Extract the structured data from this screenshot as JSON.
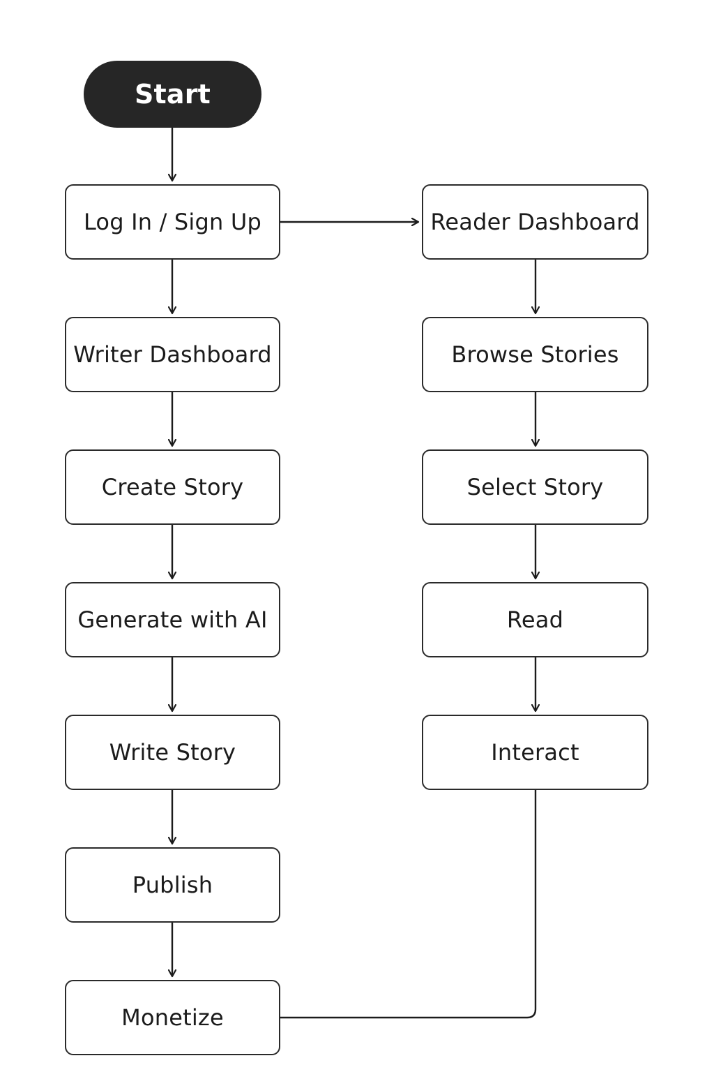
{
  "diagram": {
    "start": {
      "label": "Start"
    },
    "writer_flow": [
      {
        "id": "login",
        "label": "Log In / Sign Up"
      },
      {
        "id": "writer-dashboard",
        "label": "Writer Dashboard"
      },
      {
        "id": "create-story",
        "label": "Create Story"
      },
      {
        "id": "generate-ai",
        "label": "Generate with AI"
      },
      {
        "id": "write-story",
        "label": "Write Story"
      },
      {
        "id": "publish",
        "label": "Publish"
      },
      {
        "id": "monetize",
        "label": "Monetize"
      }
    ],
    "reader_flow": [
      {
        "id": "reader-dashboard",
        "label": "Reader Dashboard"
      },
      {
        "id": "browse-stories",
        "label": "Browse Stories"
      },
      {
        "id": "select-story",
        "label": "Select Story"
      },
      {
        "id": "read",
        "label": "Read"
      },
      {
        "id": "interact",
        "label": "Interact"
      }
    ],
    "edges": [
      {
        "from": "start",
        "to": "login"
      },
      {
        "from": "login",
        "to": "writer-dashboard"
      },
      {
        "from": "writer-dashboard",
        "to": "create-story"
      },
      {
        "from": "create-story",
        "to": "generate-ai"
      },
      {
        "from": "generate-ai",
        "to": "write-story"
      },
      {
        "from": "write-story",
        "to": "publish"
      },
      {
        "from": "publish",
        "to": "monetize"
      },
      {
        "from": "login",
        "to": "reader-dashboard"
      },
      {
        "from": "reader-dashboard",
        "to": "browse-stories"
      },
      {
        "from": "browse-stories",
        "to": "select-story"
      },
      {
        "from": "select-story",
        "to": "read"
      },
      {
        "from": "read",
        "to": "interact"
      },
      {
        "from": "interact",
        "to": "monetize",
        "arrowhead": false
      }
    ],
    "colors": {
      "start_fill": "#262626",
      "start_text": "#ffffff",
      "box_border": "#2a2a2a",
      "line": "#1b1b1b",
      "background": "#ffffff"
    }
  }
}
